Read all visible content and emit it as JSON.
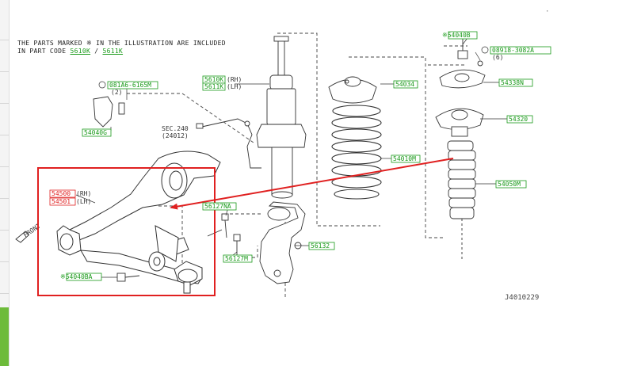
{
  "note": {
    "line1": "THE PARTS MARKED ※ IN THE ILLUSTRATION ARE INCLUDED",
    "line2_prefix": "IN PART CODE ",
    "code_a": "5610K",
    "sep": " / ",
    "code_b": "5611K"
  },
  "labels": {
    "strut_rh": "5610K",
    "strut_rh_side": "(RH)",
    "strut_lh": "5611K",
    "strut_lh_side": "(LH)",
    "bolt_81a6": "081A6-6165M",
    "bolt_81a6_qty": "(2)",
    "bracket_54040g": "54040G",
    "sec_ref": "SEC.240",
    "sec_ref_sub": "(24012)",
    "insulator_54034": "54034",
    "spring_54010m": "54010M",
    "nut_54040b": "※54040B",
    "nut_08918": "08918-3082A",
    "nut_08918_qty": "(6)",
    "plate_54338n": "54338N",
    "mount_54320": "54320",
    "boot_54050m": "54050M",
    "arm_54500": "54500",
    "arm_54500_side": "(RH)",
    "arm_54501": "54501",
    "arm_54501_side": "(LH)",
    "front": "FRONT",
    "bolt_56127na": "56127NA",
    "bolt_56127m": "56127M",
    "knuckle_56132": "56132",
    "nut_54040ba": "※54040BA",
    "figure_id": "J4010229"
  },
  "colors": {
    "green_label": "#1a9a1a",
    "red_highlight": "#e02020",
    "line": "#333333",
    "left_rail_accent": "#6dbb3a"
  }
}
